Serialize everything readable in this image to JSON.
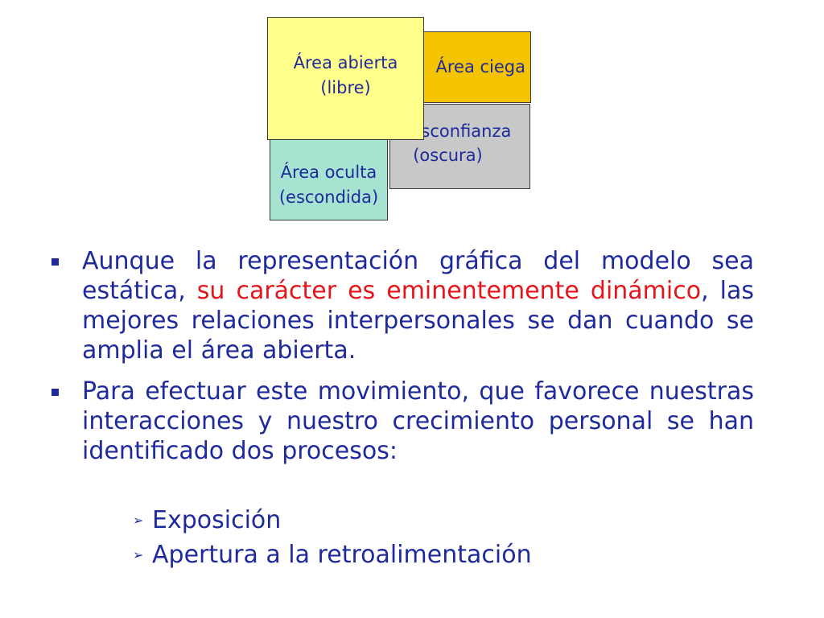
{
  "diagram": {
    "abierta": [
      "Área abierta",
      "(libre)"
    ],
    "ciega": [
      "Área ciega"
    ],
    "oscura": [
      "a desconfianza",
      "(oscura)"
    ],
    "oculta": [
      "Área oculta",
      "(escondida)"
    ]
  },
  "bullets": [
    {
      "before": "Aunque la representación gráfica del modelo sea estática, ",
      "highlight": "su carácter es eminentemente dinámico",
      "after": ", las mejores relaciones interpersonales se dan cuando se amplia el área abierta."
    },
    {
      "text": "Para efectuar este movimiento, que favorece nuestras interacciones y nuestro crecimiento personal se han identificado dos procesos:"
    }
  ],
  "processes": [
    "Exposición",
    "Apertura a la retroalimentación"
  ],
  "colors": {
    "text": "#1f2a9c",
    "highlight": "#e5151b",
    "abierta": "#ffff8c",
    "ciega": "#f5c400",
    "oscura": "#c8c8c8",
    "oculta": "#a6e3d0"
  }
}
